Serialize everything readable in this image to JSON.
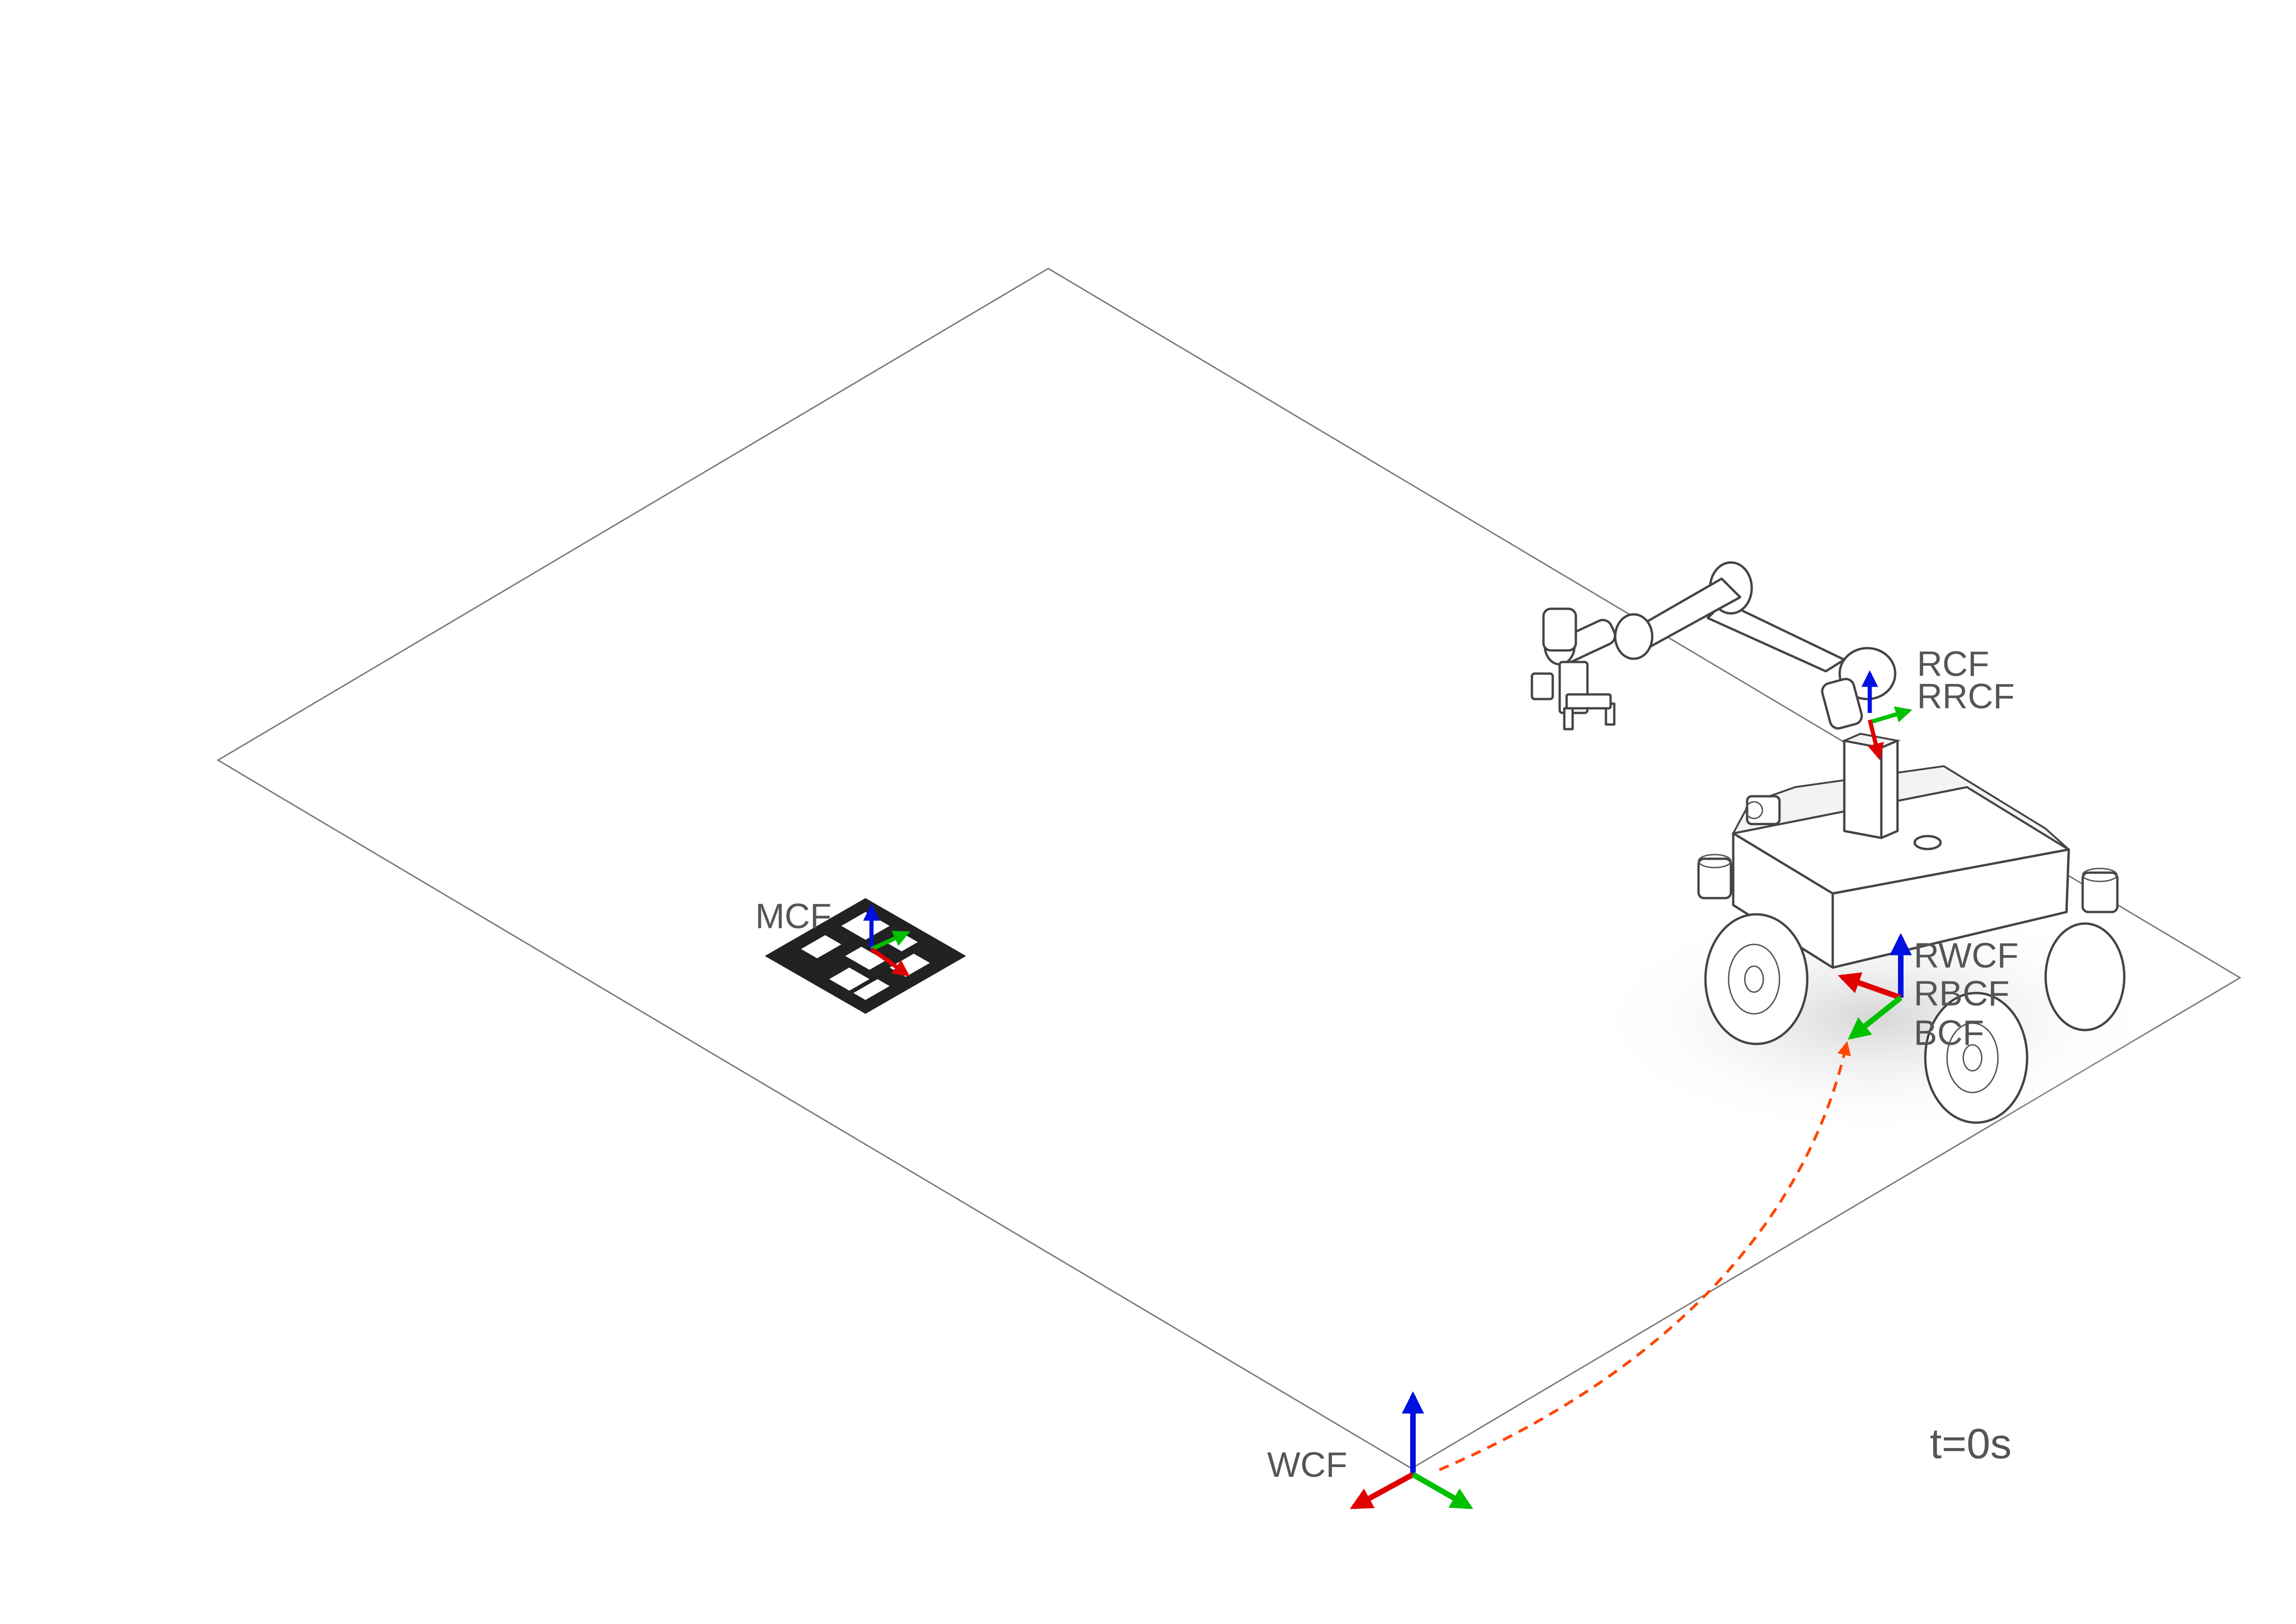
{
  "colors": {
    "x_axis": "#e00000",
    "y_axis": "#00c000",
    "z_axis": "#0010e0",
    "trajectory": "#ff4500",
    "label": "#555555",
    "floor_line": "#777777",
    "marker": "#222222"
  },
  "labels": {
    "wcf": "WCF",
    "mcf": "MCF",
    "rcf": "RCF",
    "rrcf": "RRCF",
    "rwcf": "RWCF",
    "rbcf": "RBCF",
    "bcf": "BCF",
    "time": "t=0s"
  },
  "icons": {
    "robot": "mobile-manipulator-robot-icon",
    "marker": "fiducial-marker-icon",
    "frame": "coordinate-frame-axes-icon"
  }
}
